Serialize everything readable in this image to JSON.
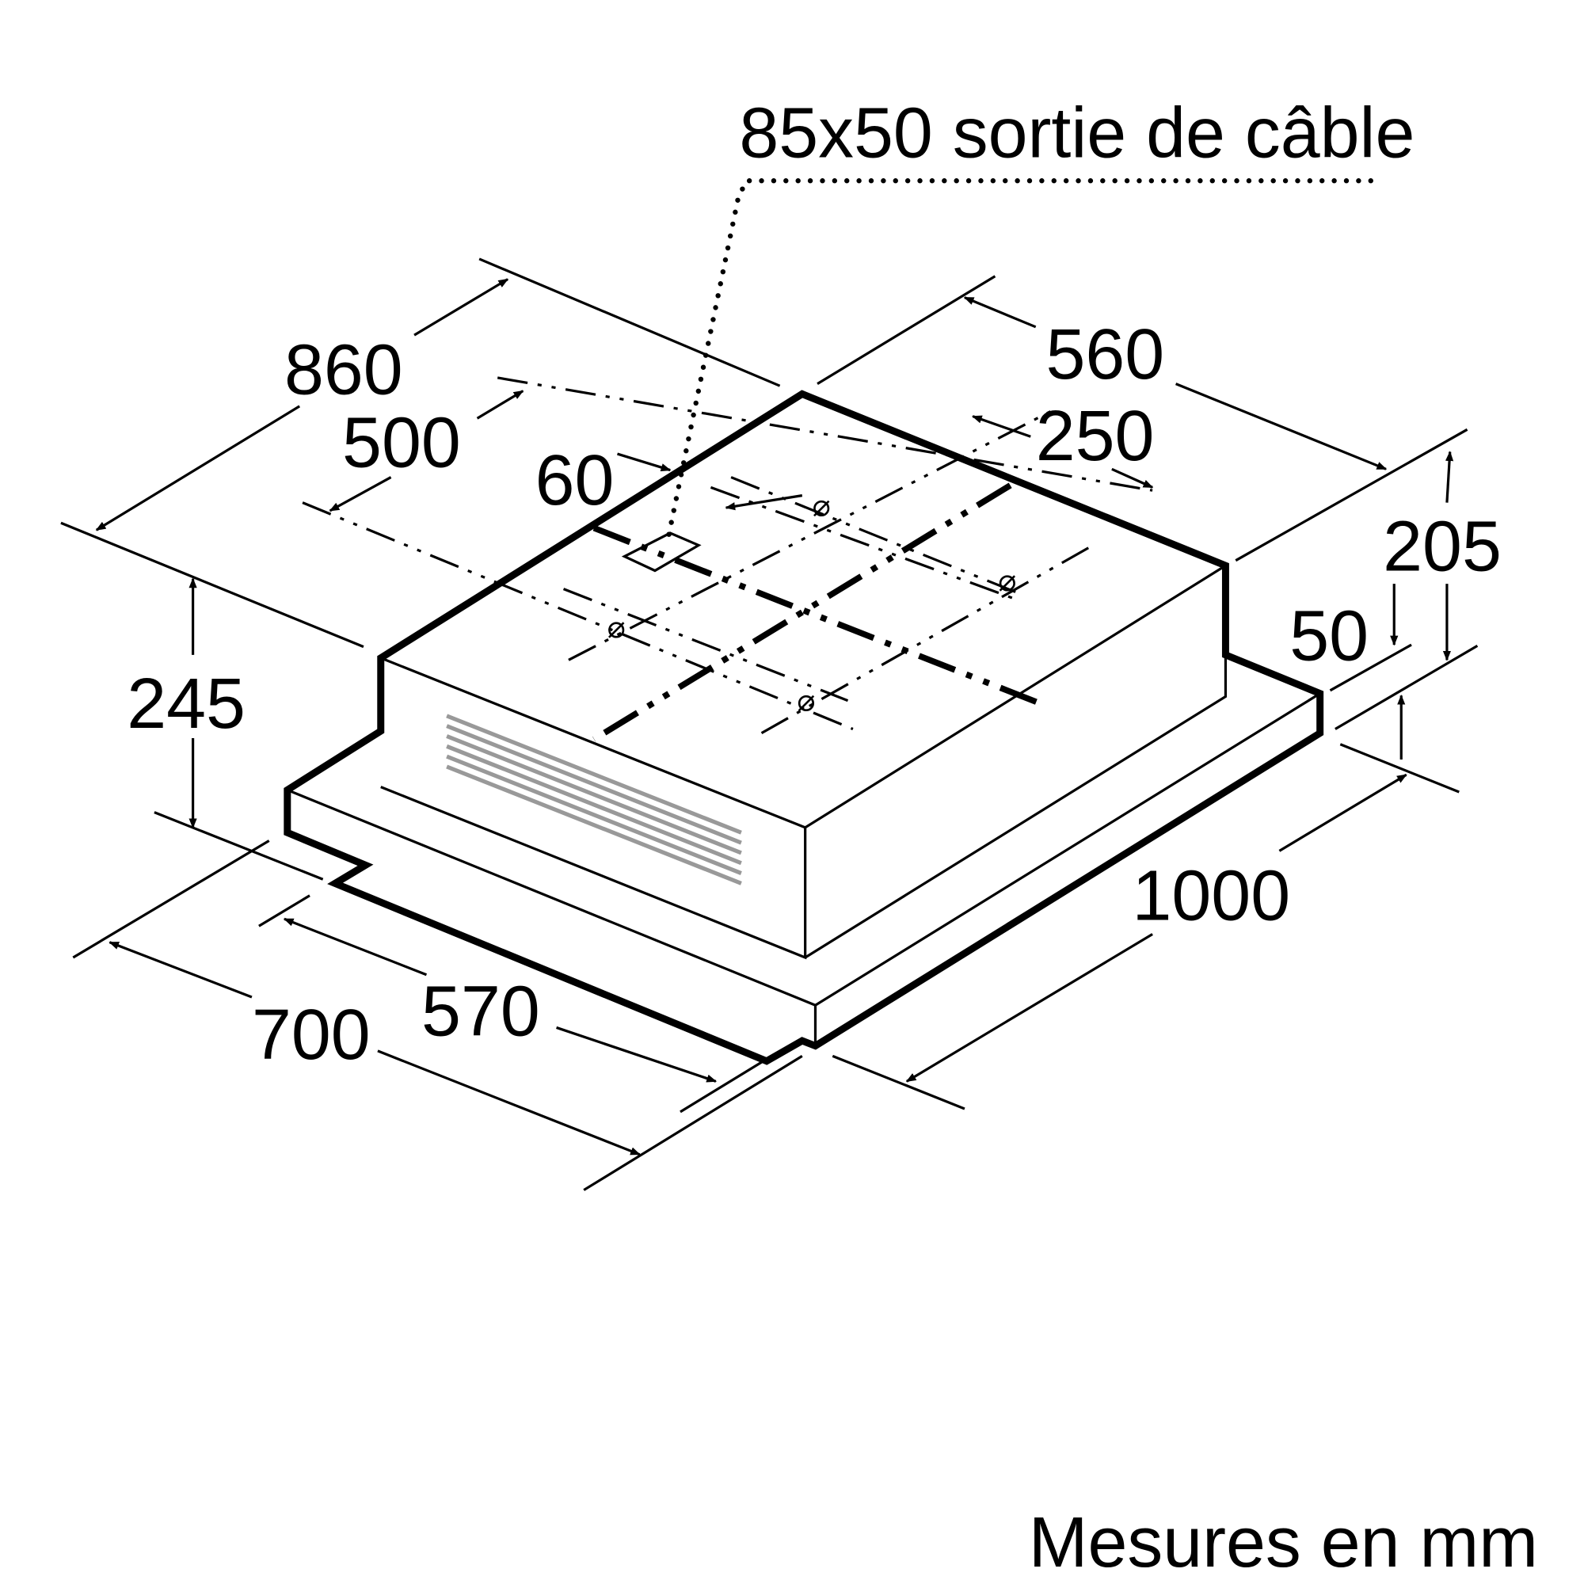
{
  "title": "85x50 sortie de câble",
  "footer": "Mesures en mm",
  "dimensions": {
    "d860": "860",
    "d500": "500",
    "d60": "60",
    "d560": "560",
    "d250": "250",
    "d205": "205",
    "d50": "50",
    "d245": "245",
    "d1000": "1000",
    "d700": "700",
    "d570": "570"
  },
  "diameter_symbol": "⌀"
}
